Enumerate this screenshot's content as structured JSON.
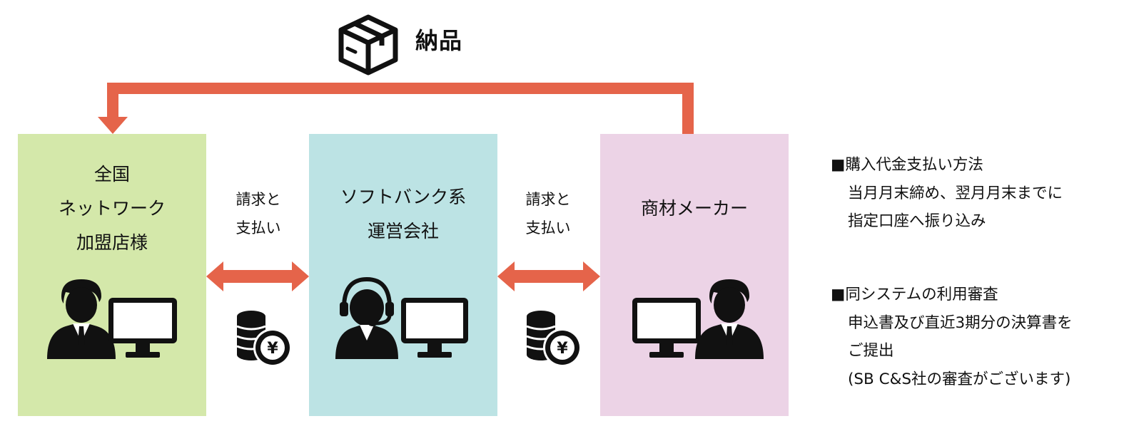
{
  "colors": {
    "arrow": "#e5644a",
    "dealer_box": "#d4e8aa",
    "operator_box": "#bce3e4",
    "maker_box": "#ecd3e6",
    "icon": "#111111"
  },
  "delivery": {
    "label": "納品",
    "icon": "package-box-icon"
  },
  "parties": {
    "dealer": {
      "lines": [
        "全国",
        "ネットワーク",
        "加盟店様"
      ],
      "icon": "businessman-at-computer-icon"
    },
    "operator": {
      "lines": [
        "ソフトバンク系",
        "運営会社"
      ],
      "icon": "operator-headset-at-computer-icon"
    },
    "maker": {
      "lines": [
        "商材メーカー"
      ],
      "icon": "businessman-at-computer-icon"
    }
  },
  "payments": [
    {
      "lines": [
        "請求と",
        "支払い"
      ],
      "icon": "yen-coins-icon"
    },
    {
      "lines": [
        "請求と",
        "支払い"
      ],
      "icon": "yen-coins-icon"
    }
  ],
  "info": {
    "payment_method": {
      "heading": "■購入代金支払い方法",
      "lines": [
        "当月月末締め、翌月月末までに",
        "指定口座へ振り込み"
      ]
    },
    "screening": {
      "heading": "■同システムの利用審査",
      "lines": [
        "申込書及び直近3期分の決算書を",
        "ご提出",
        "(SB C&S社の審査がございます)"
      ]
    }
  }
}
